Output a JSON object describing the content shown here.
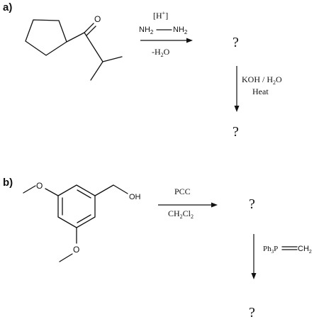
{
  "part_a": {
    "label": "a)",
    "atom_oxygen": "O",
    "arrow1": {
      "reagent_acid_main": "[H",
      "reagent_acid_sup": "+",
      "reagent_acid_close": "]",
      "reagent_hydrazine_left": "NH",
      "reagent_hydrazine_left_sub": "2",
      "reagent_hydrazine_right": "NH",
      "reagent_hydrazine_right_sub": "2",
      "condition_prefix": "-H",
      "condition_sub": "2",
      "condition_suffix": "O"
    },
    "intermediate": "?",
    "arrow2": {
      "reagent": "KOH / H",
      "reagent_sub": "2",
      "reagent_suffix": "O",
      "condition": "Heat"
    },
    "product": "?"
  },
  "part_b": {
    "label": "b)",
    "atom_oxygen_top": "O",
    "atom_oxygen_bottom": "O",
    "atom_hydroxyl": "OH",
    "arrow1": {
      "reagent": "PCC",
      "solvent_main": "CH",
      "solvent_sub1": "2",
      "solvent_mid": "Cl",
      "solvent_sub2": "2"
    },
    "intermediate": "?",
    "arrow2": {
      "reagent_left": "Ph",
      "reagent_left_sub": "3",
      "reagent_p": "P",
      "reagent_right": "CH",
      "reagent_right_sub": "2"
    },
    "product": "?"
  }
}
